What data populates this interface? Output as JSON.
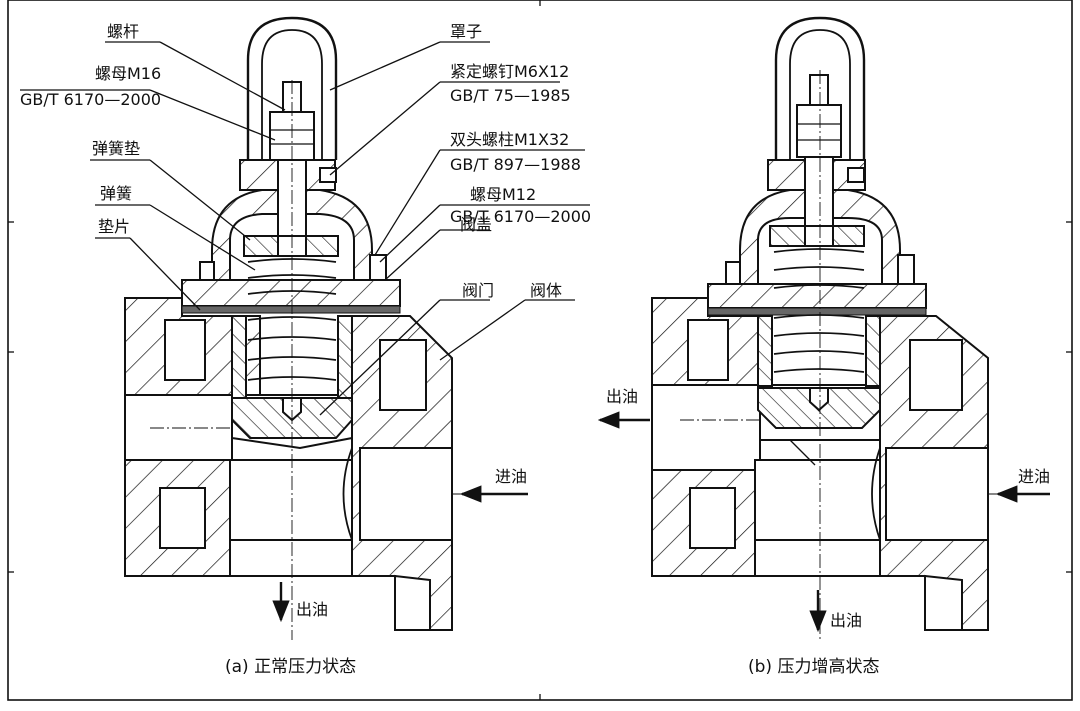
{
  "labels": {
    "luogan": "螺杆",
    "luomu_m16": "螺母M16",
    "gbt_6170_a": "GB/T 6170—2000",
    "tanhuangdian": "弹簧垫",
    "tanhuang": "弹簧",
    "dianpian": "垫片",
    "zhaozi": "罩子",
    "jinding": "紧定螺钉M6X12",
    "gbt_75": "GB/T 75—1985",
    "shuangtou": "双头螺柱M1X32",
    "gbt_897": "GB/T 897—1988",
    "luomu_m12": "螺母M12",
    "gbt_6170_b": "GB/T 6170—2000",
    "fagai": "阀盖",
    "famen": "阀门",
    "fati": "阀体",
    "jinyou_a": "进油",
    "chuyou_a": "出油",
    "jinyou_b": "进油",
    "chuyou_b_left": "出油",
    "chuyou_b_bottom": "出油"
  },
  "captions": {
    "a": "(a) 正常压力状态",
    "b": "(b) 压力增高状态"
  }
}
